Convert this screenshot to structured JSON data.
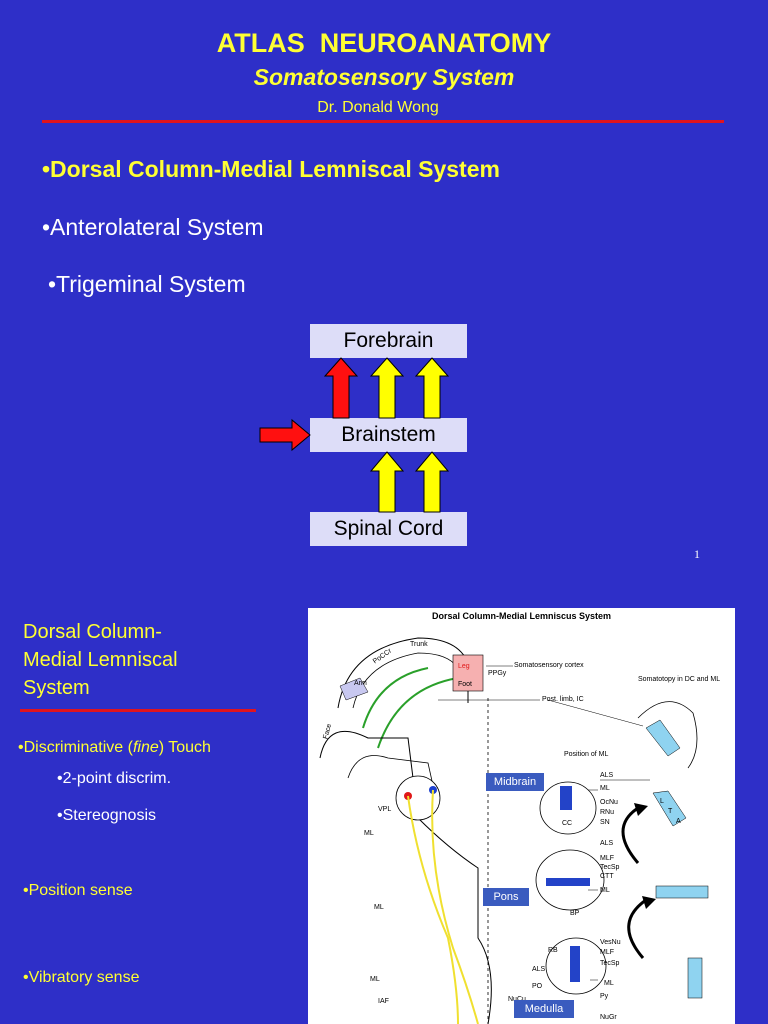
{
  "slide1": {
    "title": "ATLAS  NEUROANATOMY",
    "subtitle": "Somatosensory System",
    "author": "Dr. Donald Wong",
    "bullets": [
      "•Dorsal Column-Medial Lemniscal System",
      "•Anterolateral System",
      "•Trigeminal System"
    ],
    "boxes": {
      "forebrain": "Forebrain",
      "brainstem": "Brainstem",
      "spinal": "Spinal Cord"
    },
    "page_number": "1",
    "colors": {
      "background": "#2e2fc8",
      "title": "#ffff33",
      "rule": "#e0141e",
      "box": "#ddddf8"
    }
  },
  "slide2": {
    "heading_lines": [
      "Dorsal Column-",
      "Medial Lemniscal",
      "System"
    ],
    "bullet1_prefix": "•Discriminative (",
    "bullet1_em": "fine",
    "bullet1_suffix": ") Touch",
    "sub1": "•2-point discrim.",
    "sub2": "•Stereognosis",
    "bullet2": "•Position sense",
    "bullet3": "•Vibratory sense",
    "figure": {
      "title": "Dorsal Column-Medial Lemniscus System",
      "labels": {
        "pocc": "PoCCr",
        "trunk": "Trunk",
        "arm": "Arm",
        "leg": "Leg",
        "foot": "Foot",
        "ppgy": "PPGy",
        "face": "Face",
        "somato": "Somatosensory cortex",
        "postlimb": "Post. limb, IC",
        "somatotopy": "Somatotopy in DC and ML",
        "position_ml": "Position of ML",
        "vpl": "VPL",
        "ml": "ML",
        "als": "ALS",
        "ocnu": "OcNu",
        "rnu": "RNu",
        "sn": "SN",
        "cc": "CC",
        "mlf": "MLF",
        "tecsp": "TecSp",
        "ctt": "CTT",
        "bp": "BP",
        "vesnu": "VesNu",
        "rb": "RB",
        "po": "PO",
        "py": "Py",
        "nucu": "NuCu",
        "iaf": "IAF",
        "nugr": "NuGr",
        "l": "L",
        "a": "A",
        "t": "T"
      },
      "tags": {
        "midbrain": "Midbrain",
        "pons": "Pons",
        "medulla": "Medulla"
      }
    },
    "colors": {
      "heading": "#ffff33",
      "text": "#ffffff",
      "rule": "#e0141e"
    }
  }
}
